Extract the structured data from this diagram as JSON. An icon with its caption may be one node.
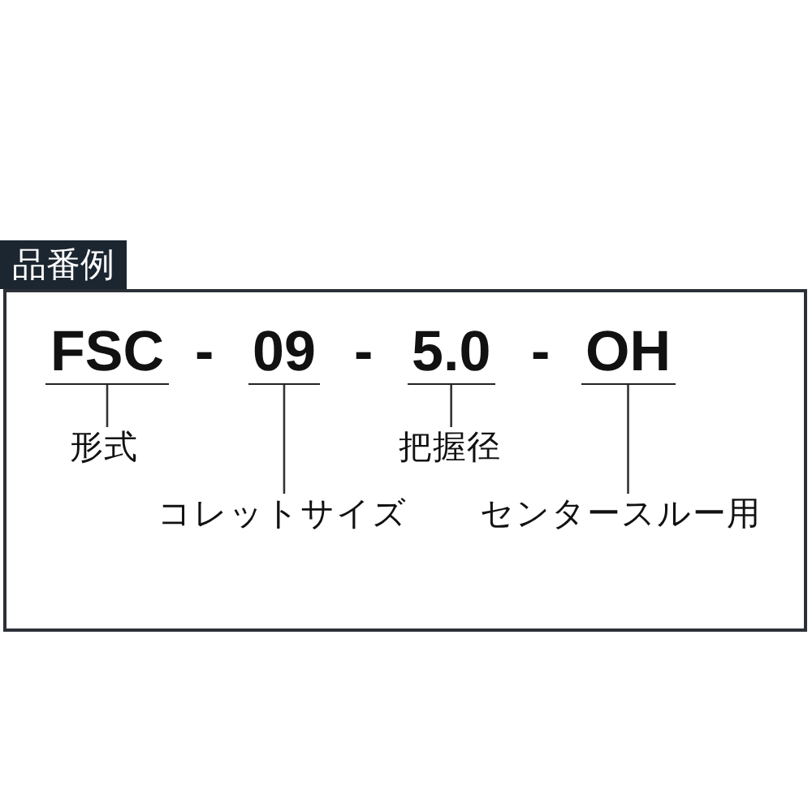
{
  "diagram": {
    "nodes": [
      {
        "text": [
          "品番例"
        ]
      },
      {
        "text": [
          "FSC"
        ],
        "in": 0
      },
      {
        "text": [
          "09"
        ],
        "in": 0
      },
      {
        "text": [
          "5.0"
        ],
        "in": 0
      },
      {
        "text": [
          "OH"
        ],
        "in": 0
      },
      {
        "text": [
          "形式"
        ],
        "in": 0
      },
      {
        "text": [
          "コレットサイズ"
        ],
        "in": 0
      },
      {
        "text": [
          "把握径"
        ],
        "in": 0
      },
      {
        "text": [
          "センタースルー用"
        ],
        "in": 0
      }
    ],
    "edges": [
      {
        "from": 1,
        "to": 5,
        "arrow": "none"
      },
      {
        "from": 2,
        "to": 6,
        "arrow": "none"
      },
      {
        "from": 3,
        "to": 7,
        "arrow": "none"
      },
      {
        "from": 4,
        "to": 8,
        "arrow": "none"
      }
    ],
    "labels": [
      "-",
      "-",
      "-"
    ]
  }
}
